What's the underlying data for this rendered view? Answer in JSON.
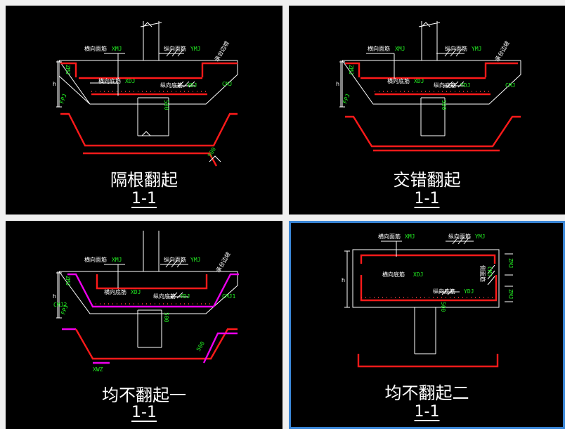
{
  "panels": [
    {
      "title": "隔根翻起",
      "section": "1-1",
      "labels": {
        "top_transverse": "横向面筋",
        "top_transverse_code": "XMJ",
        "top_longitudinal": "纵向面筋",
        "top_longitudinal_code": "YMJ",
        "bottom_transverse": "横向底筋",
        "bottom_transverse_code": "XDJ",
        "bottom_longitudinal": "纵向底筋",
        "bottom_longitudinal_code": "YDJ",
        "slope_text": "承台边坡",
        "cmj": "CMJ",
        "zmj": "ZMJ",
        "fpj": "FPJ",
        "h": "h",
        "dim": "500"
      }
    },
    {
      "title": "交错翻起",
      "section": "1-1",
      "labels": {
        "top_transverse": "横向面筋",
        "top_transverse_code": "XMJ",
        "top_longitudinal": "纵向面筋",
        "top_longitudinal_code": "YMJ",
        "bottom_transverse": "横向底筋",
        "bottom_transverse_code": "XDJ",
        "bottom_longitudinal": "纵向底筋",
        "bottom_longitudinal_code": "YDJ",
        "slope_text": "承台边坡",
        "cmj": "CMJ",
        "zmj": "ZMJ",
        "fpj": "FPJ",
        "h": "h",
        "dim": "500"
      }
    },
    {
      "title": "均不翻起一",
      "section": "1-1",
      "labels": {
        "top_transverse": "横向面筋",
        "top_transverse_code": "XMJ",
        "top_longitudinal": "纵向面筋",
        "top_longitudinal_code": "YMJ",
        "bottom_transverse": "横向底筋",
        "bottom_transverse_code": "XDJ",
        "bottom_longitudinal": "纵向底筋",
        "bottom_longitudinal_code": "YDJ",
        "slope_text": "承台边坡",
        "cmj1": "CMJ1",
        "cmj2": "CMJ2",
        "zmj": "ZMJ",
        "fpj": "FPJ",
        "h": "h",
        "dim": "500",
        "xwz": "XWZ"
      }
    },
    {
      "title": "均不翻起二",
      "section": "1-1",
      "labels": {
        "top_transverse": "横向面筋",
        "top_transverse_code": "XMJ",
        "top_longitudinal": "纵向面筋",
        "top_longitudinal_code": "YMJ",
        "bottom_transverse": "横向底筋",
        "bottom_transverse_code": "XDJ",
        "bottom_longitudinal": "纵向底筋",
        "bottom_longitudinal_code": "YDJ",
        "side_bar": "侧面筋",
        "cmj": "CMJ",
        "zmj": "ZMJ",
        "h": "h",
        "dim": "500"
      }
    }
  ],
  "colors": {
    "background": "#000000",
    "rebar": "#ff1a1a",
    "bent_rebar": "#ee00ee",
    "code_text": "#22ee22",
    "selection": "#3a86d6"
  }
}
